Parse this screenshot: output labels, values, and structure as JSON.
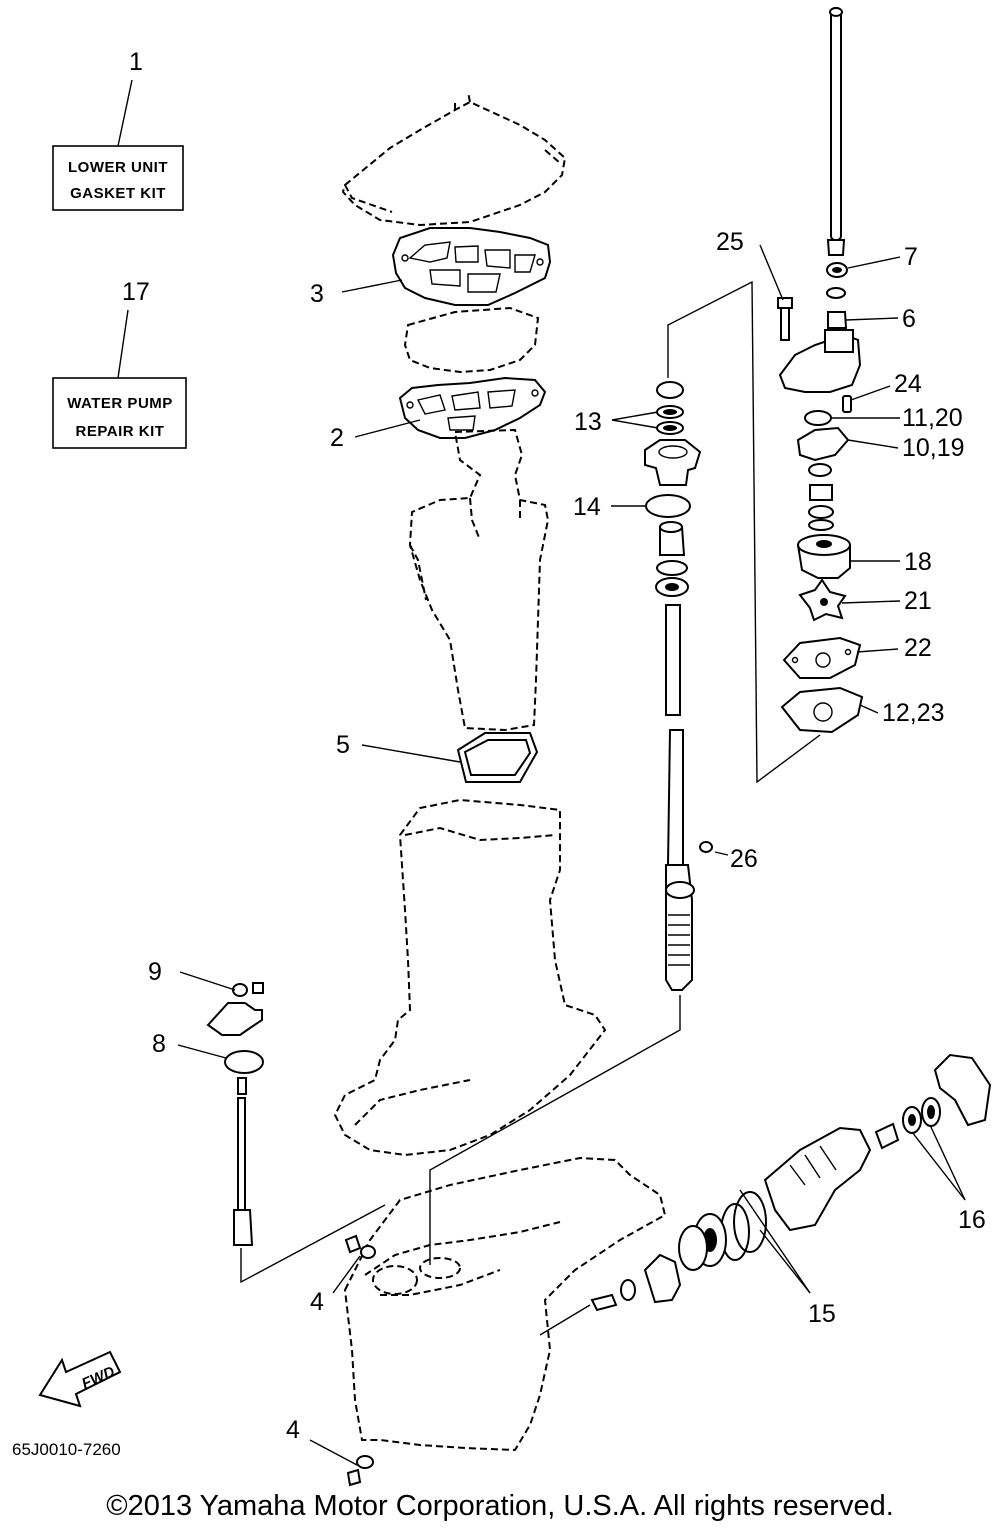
{
  "kits": {
    "lower_unit": {
      "number": "1",
      "line1": "LOWER UNIT",
      "line2": "GASKET KIT"
    },
    "water_pump": {
      "number": "17",
      "line1": "WATER PUMP",
      "line2": "REPAIR KIT"
    }
  },
  "callouts": {
    "c2": "2",
    "c3": "3",
    "c4a": "4",
    "c4b": "4",
    "c5": "5",
    "c6": "6",
    "c7": "7",
    "c8": "8",
    "c9": "9",
    "c10": "10,19",
    "c11": "11,20",
    "c12": "12,23",
    "c13": "13",
    "c14": "14",
    "c15": "15",
    "c16": "16",
    "c18": "18",
    "c21": "21",
    "c22": "22",
    "c24": "24",
    "c25": "25",
    "c26": "26"
  },
  "fwd_label": "FWD",
  "diagram_code": "65J0010-7260",
  "copyright": "©2013 Yamaha Motor Corporation, U.S.A. All rights reserved."
}
